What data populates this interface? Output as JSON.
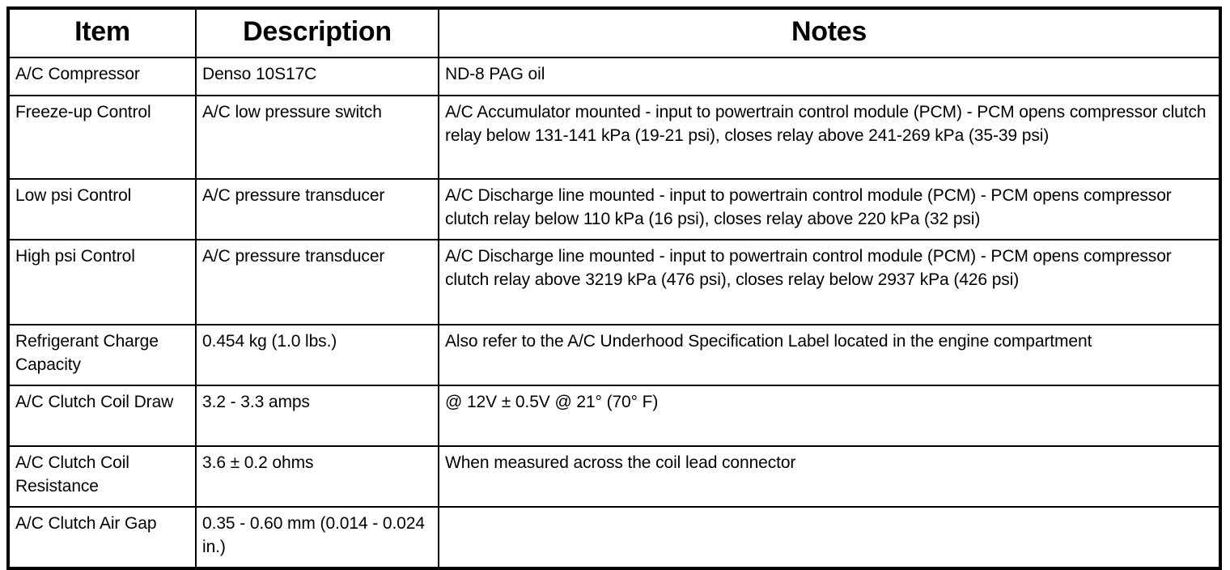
{
  "table": {
    "headers": {
      "item": "Item",
      "description": "Description",
      "notes": "Notes"
    },
    "rows": [
      {
        "item": "A/C Compressor",
        "description": "Denso 10S17C",
        "notes": "ND-8 PAG oil"
      },
      {
        "item": "Freeze-up Control",
        "description": "A/C low pressure switch",
        "notes": "A/C Accumulator mounted - input to powertrain control module (PCM) - PCM opens compressor clutch relay below 131-141 kPa (19-21 psi), closes relay above 241-269 kPa (35-39 psi)"
      },
      {
        "item": "Low psi Control",
        "description": "A/C pressure transducer",
        "notes": "A/C Discharge line mounted - input to powertrain control module (PCM) - PCM opens compressor clutch relay below 110 kPa (16 psi), closes relay above 220 kPa (32 psi)"
      },
      {
        "item": "High psi Control",
        "description": "A/C pressure transducer",
        "notes": "A/C Discharge line mounted - input to powertrain control module (PCM) - PCM opens compressor clutch relay above 3219 kPa (476 psi), closes relay below 2937 kPa (426 psi)"
      },
      {
        "item": "Refrigerant Charge Capacity",
        "description": "0.454 kg (1.0 lbs.)",
        "notes": "Also refer to the A/C Underhood Specification Label located in the engine compartment"
      },
      {
        "item": "A/C Clutch Coil Draw",
        "description": "3.2 - 3.3 amps",
        "notes": "@ 12V ± 0.5V @ 21° (70° F)"
      },
      {
        "item": "A/C Clutch Coil Resistance",
        "description": "3.6 ± 0.2 ohms",
        "notes": "When measured across the coil lead connector"
      },
      {
        "item": "A/C Clutch Air Gap",
        "description": "0.35 - 0.60 mm (0.014 - 0.024 in.)",
        "notes": ""
      }
    ]
  },
  "colors": {
    "border": "#000000",
    "text": "#000000",
    "background": "#ffffff"
  }
}
